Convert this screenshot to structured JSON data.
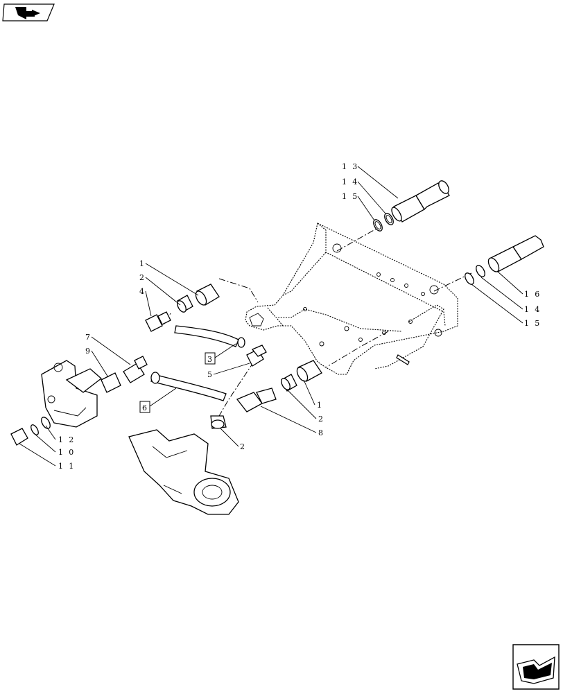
{
  "navigation": {
    "prev_icon": "book-arrow-icon",
    "next_icon": "next-page-arrow-icon"
  },
  "callouts": [
    {
      "id": "c13a",
      "text": "1 3"
    },
    {
      "id": "c14a",
      "text": "1 4"
    },
    {
      "id": "c15a",
      "text": "1 5"
    },
    {
      "id": "c16",
      "text": "1 6"
    },
    {
      "id": "c14b",
      "text": "1 4"
    },
    {
      "id": "c15b",
      "text": "1 5"
    },
    {
      "id": "c1a",
      "text": "1"
    },
    {
      "id": "c2a",
      "text": "2"
    },
    {
      "id": "c4",
      "text": "4"
    },
    {
      "id": "c3",
      "text": "3"
    },
    {
      "id": "c5",
      "text": "5"
    },
    {
      "id": "c7",
      "text": "7"
    },
    {
      "id": "c9",
      "text": "9"
    },
    {
      "id": "c6",
      "text": "6"
    },
    {
      "id": "c1b",
      "text": "1"
    },
    {
      "id": "c2b",
      "text": "2"
    },
    {
      "id": "c8",
      "text": "8"
    },
    {
      "id": "c2c",
      "text": "2"
    },
    {
      "id": "c12",
      "text": "1 2"
    },
    {
      "id": "c10",
      "text": "1 0"
    },
    {
      "id": "c11",
      "text": "1 1"
    }
  ]
}
